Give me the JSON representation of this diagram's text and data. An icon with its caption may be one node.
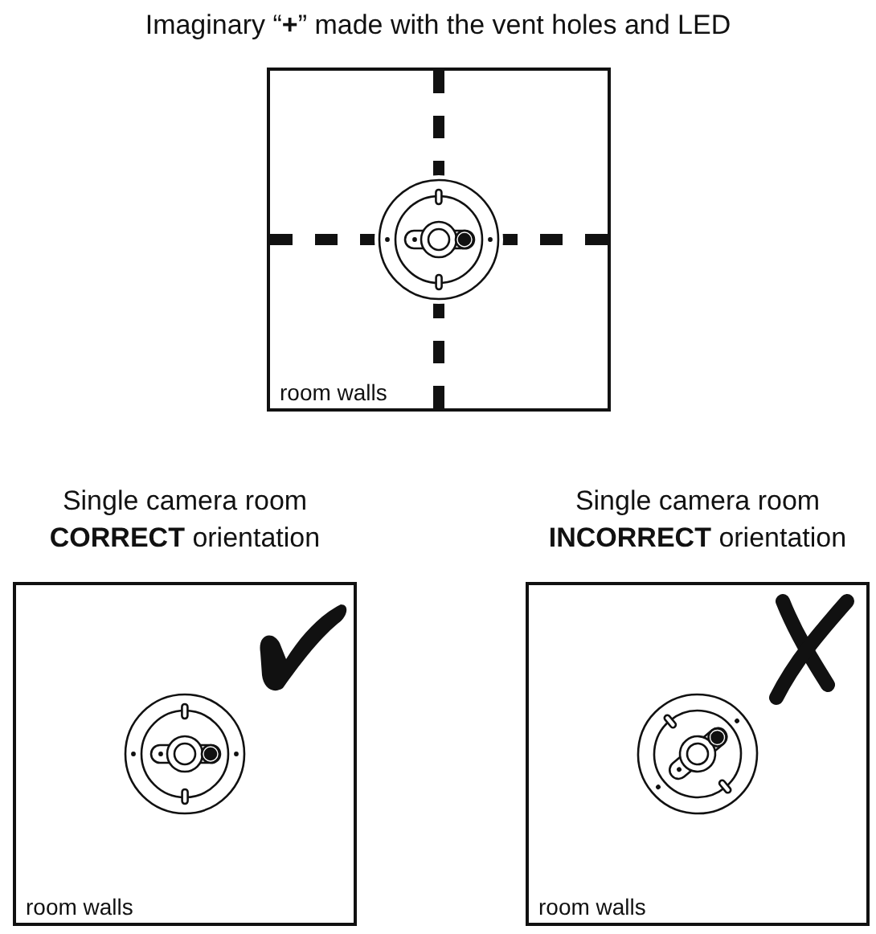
{
  "diagram": {
    "title": "Imaginary “**+**” made with the vent holes and LED",
    "nodes": [
      {
        "text": [
          "room walls"
        ]
      },
      {
        "text": [
          "Single camera room **CORRECT** orientation",
          "room walls"
        ]
      },
      {
        "text": [
          "Single camera room **INCORRECT** orientation",
          "room walls"
        ]
      }
    ]
  }
}
